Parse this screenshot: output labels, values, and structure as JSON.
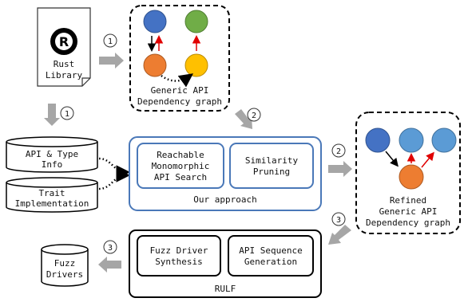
{
  "rust_library": {
    "line1": "Rust",
    "line2": "Library"
  },
  "steps": {
    "one": "1",
    "two": "2",
    "three": "3"
  },
  "generic_graph": {
    "line1": "Generic API",
    "line2": "Dependency graph"
  },
  "api_type_info": {
    "line1": "API & Type",
    "line2": "Info"
  },
  "trait_impl": {
    "line1": "Trait",
    "line2": "Implementation"
  },
  "our_approach": {
    "title": "Our approach",
    "reachable": {
      "line1": "Reachable",
      "line2": "Monomorphic",
      "line3": "API Search"
    },
    "similarity": {
      "line1": "Similarity",
      "line2": "Pruning"
    }
  },
  "refined_graph": {
    "line1": "Refined",
    "line2": "Generic API",
    "line3": "Dependency graph"
  },
  "rulf": {
    "title": "RULF",
    "fuzz_synth": {
      "line1": "Fuzz Driver",
      "line2": "Synthesis"
    },
    "api_seq": {
      "line1": "API Sequence",
      "line2": "Generation"
    }
  },
  "fuzz_drivers": {
    "line1": "Fuzz",
    "line2": "Drivers"
  },
  "colors": {
    "node_blue": "#4472c4",
    "node_green": "#70ad47",
    "node_orange": "#ed7d31",
    "node_yellow": "#ffc000",
    "node_light_blue": "#5b9bd5",
    "approach_border": "#4a78b8",
    "flow_arrow": "#a6a6a6",
    "dependency_arrow": "#e00000"
  }
}
